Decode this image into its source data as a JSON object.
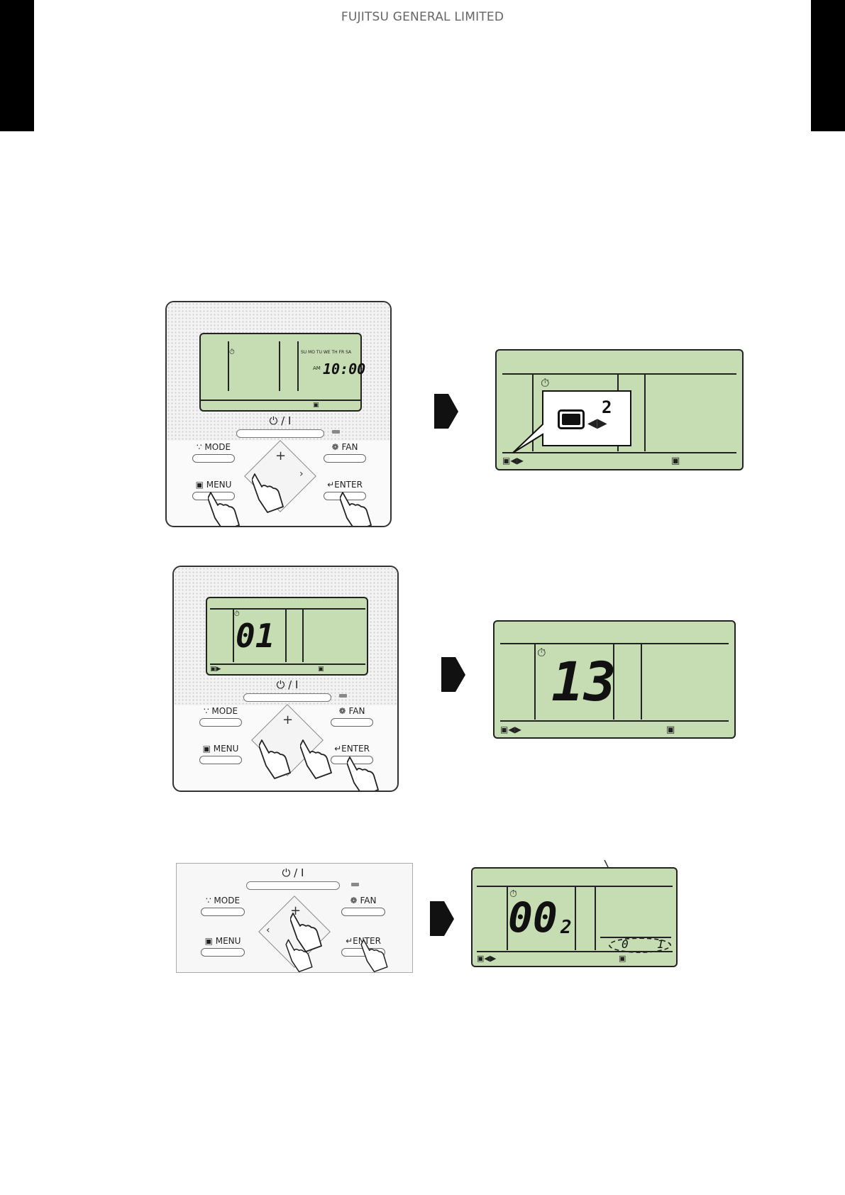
{
  "header": {
    "company": "FUJITSU GENERAL LIMITED"
  },
  "remote": {
    "power_label": "⏻ / I",
    "mode_label": "MODE",
    "fan_label": "FAN",
    "menu_label": "MENU",
    "enter_label": "ENTER"
  },
  "lcd1": {
    "days": "SU MO TU WE TH FR SA",
    "ampm": "AM",
    "time": "10:00"
  },
  "lcd_popup": {
    "number": "2"
  },
  "lcd2": {
    "value": "01"
  },
  "lcd3": {
    "value": "13"
  },
  "lcd4": {
    "value": "00",
    "sub": "2",
    "left_digit": "0",
    "right_digit": "1"
  },
  "icons": {
    "timer": "timer-icon",
    "menu_arrows": "menu-arrows-icon",
    "indoor_unit": "indoor-unit-icon"
  }
}
